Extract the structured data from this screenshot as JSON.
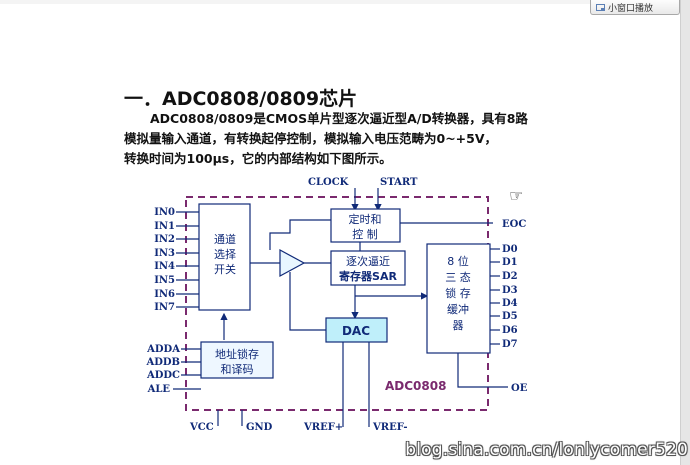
{
  "popout": {
    "label": "小窗口播放"
  },
  "document": {
    "heading": "一．ADC0808/0809芯片",
    "paragraph": [
      "ADC0808/0809是CMOS单片型逐次逼近型A/D转换器，具有8路",
      "模拟量输入通道，有转换起停控制，模拟输入电压范畴为0~+5V，",
      "转换时间为100μs，它的内部结构如下图所示。"
    ]
  },
  "diagram": {
    "top_pins": {
      "clock": "CLOCK",
      "start": "START"
    },
    "inputs": [
      "IN0",
      "IN1",
      "IN2",
      "IN3",
      "IN4",
      "IN5",
      "IN6",
      "IN7"
    ],
    "address": [
      "ADDA",
      "ADDB",
      "ADDC",
      "ALE"
    ],
    "outputs": [
      "D0",
      "D1",
      "D2",
      "D3",
      "D4",
      "D5",
      "D6",
      "D7"
    ],
    "eoc": "EOC",
    "oe": "OE",
    "bottom_pins": {
      "vcc": "VCC",
      "gnd": "GND",
      "vref_pos": "VREF+",
      "vref_neg": "VREF-"
    },
    "chip_name": "ADC0808",
    "blocks": {
      "mux": [
        "通道",
        "选择",
        "开关"
      ],
      "timing": [
        "定时和",
        "控  制"
      ],
      "sar": [
        "逐次逼近",
        "寄存器SAR"
      ],
      "dac": "DAC",
      "latch": [
        "8  位",
        "三  态",
        "锁  存",
        "缓冲",
        "器"
      ],
      "addr_latch": [
        "地址锁存",
        "和译码"
      ]
    },
    "colors": {
      "ink": "#102a78",
      "border": "#7a2a6e",
      "dac_fill": "#bfeffa"
    }
  },
  "watermark": "blog.sina.com.cn/lonlycomer520"
}
